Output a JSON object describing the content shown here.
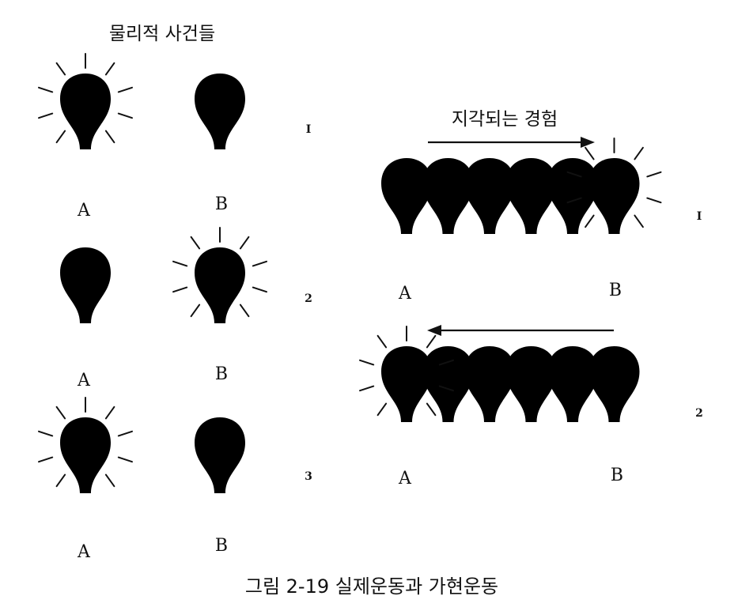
{
  "headings": {
    "physical": "물리적 사건들",
    "perceived": "지각되는 경험"
  },
  "caption": "그림 2-19 실제운동과 가현운동",
  "left_rows": [
    {
      "row_label": "I",
      "a_label": "A",
      "b_label": "B",
      "lit": "A"
    },
    {
      "row_label": "2",
      "a_label": "A",
      "b_label": "B",
      "lit": "B"
    },
    {
      "row_label": "3",
      "a_label": "A",
      "b_label": "B",
      "lit": "A"
    }
  ],
  "right_rows": [
    {
      "row_label": "I",
      "a_label": "A",
      "b_label": "B",
      "direction": "right",
      "lit_end": "B",
      "bulb_count": 6
    },
    {
      "row_label": "2",
      "a_label": "A",
      "b_label": "B",
      "direction": "left",
      "lit_end": "A",
      "bulb_count": 6
    }
  ]
}
